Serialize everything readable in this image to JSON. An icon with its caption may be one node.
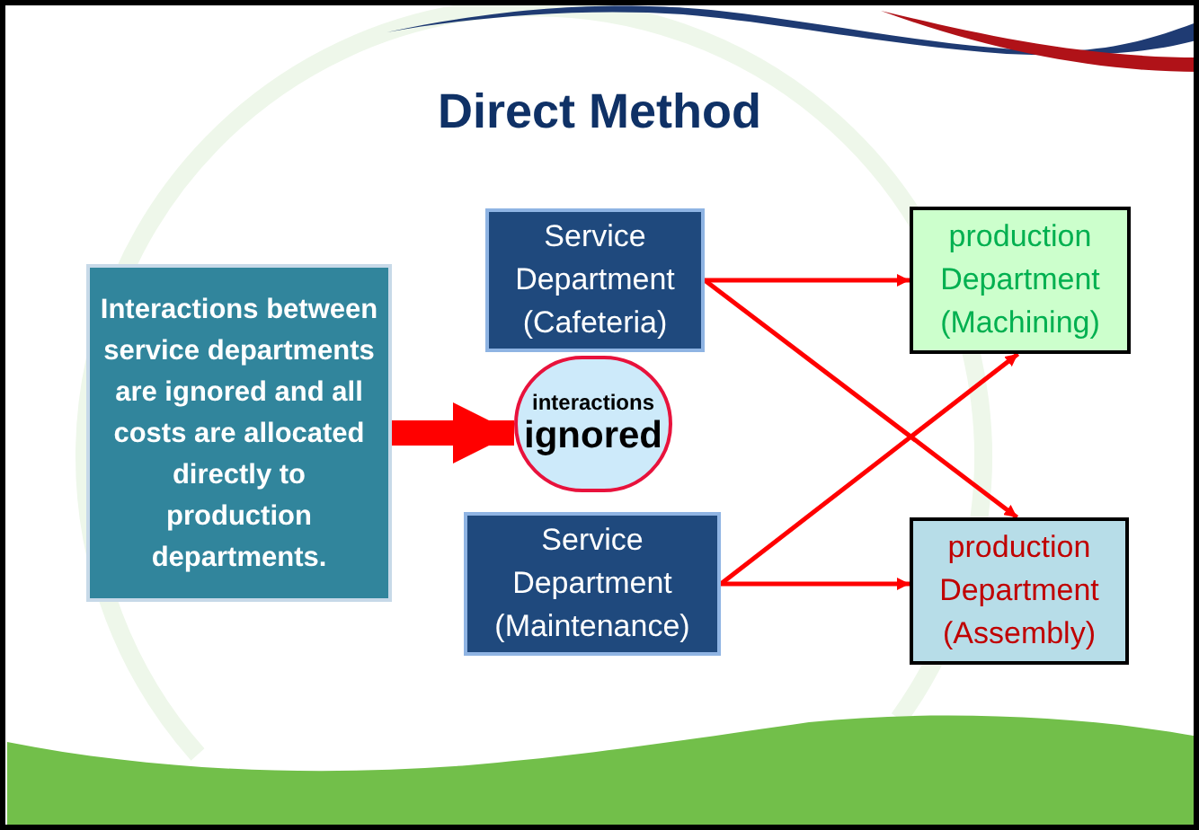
{
  "diagram": {
    "title": "Direct Method",
    "nodes": [
      {
        "text": [
          "Interactions between service departments are ignored and all costs are allocated directly to production departments."
        ]
      },
      {
        "text": [
          "interactions",
          "ignored"
        ]
      },
      {
        "text": [
          "Service Department (Cafeteria)"
        ]
      },
      {
        "text": [
          "Service Department (Maintenance)"
        ]
      },
      {
        "text": [
          "production Department (Machining)"
        ]
      },
      {
        "text": [
          "production Department (Assembly)"
        ]
      }
    ],
    "edges": [
      {
        "from": 0,
        "to": 1,
        "arrow": "to",
        "style": "thick"
      },
      {
        "from": 2,
        "to": 4,
        "arrow": "to"
      },
      {
        "from": 2,
        "to": 5,
        "arrow": "to"
      },
      {
        "from": 3,
        "to": 4,
        "arrow": "to"
      },
      {
        "from": 3,
        "to": 5,
        "arrow": "to"
      }
    ]
  }
}
